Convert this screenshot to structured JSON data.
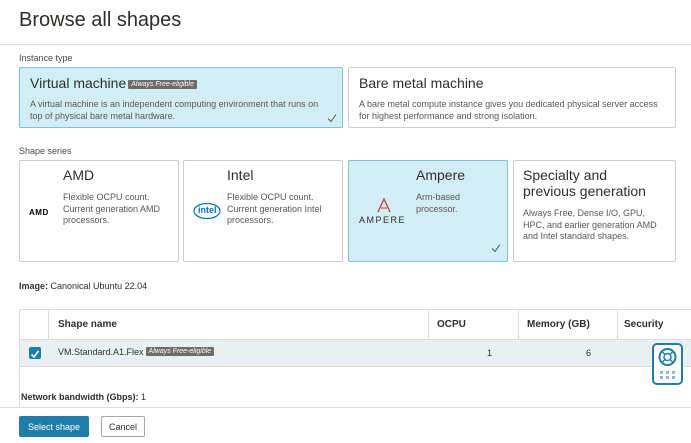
{
  "title": "Browse all shapes",
  "instance_type": {
    "label": "Instance type",
    "options": [
      {
        "title": "Virtual machine",
        "badge": "Always Free-eligible",
        "description": "A virtual machine is an independent computing environment that runs on top of physical bare metal hardware.",
        "selected": true
      },
      {
        "title": "Bare metal machine",
        "description": "A bare metal compute instance gives you dedicated physical server access for highest performance and strong isolation.",
        "selected": false
      }
    ]
  },
  "shape_series": {
    "label": "Shape series",
    "options": [
      {
        "title": "AMD",
        "logo": "AMD",
        "description": "Flexible OCPU count. Current generation AMD processors.",
        "selected": false
      },
      {
        "title": "Intel",
        "logo": "intel",
        "description": "Flexible OCPU count. Current generation Intel processors.",
        "selected": false
      },
      {
        "title": "Ampere",
        "logo": "AMPERE",
        "description": "Arm-based processor.",
        "selected": true
      },
      {
        "title": "Specialty and previous generation",
        "description": "Always Free, Dense I/O, GPU, HPC, and earlier generation AMD and Intel standard shapes.",
        "selected": false
      }
    ]
  },
  "image": {
    "label": "Image:",
    "value": "Canonical Ubuntu 22.04"
  },
  "table": {
    "headers": [
      "Shape name",
      "OCPU",
      "Memory (GB)",
      "Security"
    ],
    "rows": [
      {
        "shape": "VM.Standard.A1.Flex",
        "badge": "Always Free-eligible",
        "ocpu": "1",
        "memory": "6",
        "checked": true
      }
    ]
  },
  "network_bandwidth": {
    "label": "Network bandwidth (Gbps):",
    "value": "1"
  },
  "footer": {
    "primary": "Select shape",
    "secondary": "Cancel"
  },
  "icons": {
    "check": "check-icon",
    "help": "lifebuoy-icon",
    "grid": "grid-icon"
  },
  "colors": {
    "accent": "#1f7ea8",
    "selected_bg": "#d1edf5",
    "ampere_red": "#c0392b"
  }
}
